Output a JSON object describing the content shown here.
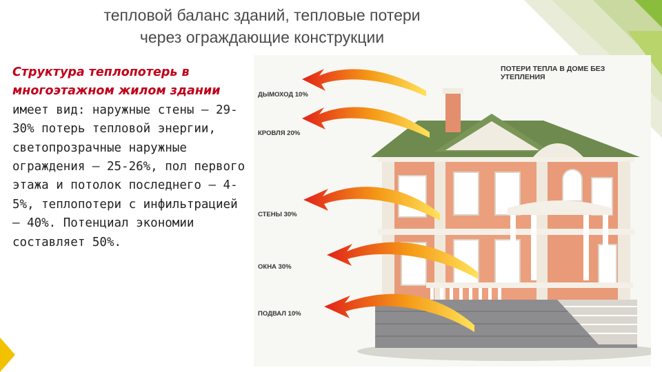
{
  "title": {
    "line1": "тепловой баланс зданий, тепловые потери",
    "line2": "через ограждающие конструкции"
  },
  "body": {
    "highlight": "Структура теплопотерь в многоэтажном жилом здании",
    "text": " имеет вид: наружные стены – 29-30% потерь тепловой энергии, светопрозрачные наружные ограждения – 25-26%, пол первого этажа и потолок последнего – 4-5%, теплопотери с инфильтрацией – 40%. Потенциал экономии составляет 50%."
  },
  "figure": {
    "title": "ПОТЕРИ ТЕПЛА В ДОМЕ БЕЗ УТЕПЛЕНИЯ",
    "labels": [
      "ДЫМОХОД 10%",
      "КРОВЛЯ 20%",
      "СТЕНЫ 30%",
      "ОКНА 30%",
      "ПОДВАЛ 10%"
    ]
  },
  "colors": {
    "accent_green": "#7bbf3a",
    "accent_yellow": "#f2c200",
    "highlight_red": "#c0001a",
    "arrow_red": "#e2231a"
  }
}
